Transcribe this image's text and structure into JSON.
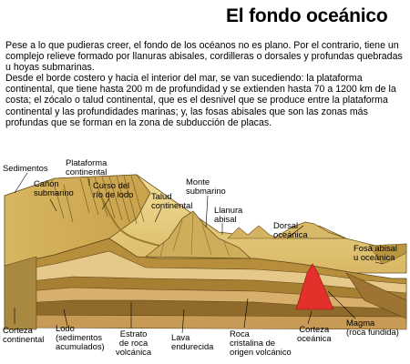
{
  "title": "El fondo oceánico",
  "intro": {
    "p1": "Pese a lo que pudieras creer, el fondo de los océanos no es plano. Por el contrario, tiene un complejo relieve formado por llanuras abisales, cordilleras o dorsales y profundas quebradas u hoyas submarinas.",
    "p2": "Desde el borde costero y hacia el interior del mar, se van sucediendo: la plataforma continental, que tiene hasta 200 m de profundidad y se extienden hasta 70 a 1200 km de la costa; el zócalo o talud continental, que es el desnivel que se produce entre la plataforma continental y las profundidades marinas; y, las fosas abisales que son las zonas más profundas que se forman en la zona de subducción de placas."
  },
  "labels": {
    "sedimentos": "Sedimentos",
    "canon": [
      "Cañón",
      "submarino"
    ],
    "plataforma": [
      "Plataforma",
      "continental"
    ],
    "curso": [
      "Curso del",
      "río de lodo"
    ],
    "talud": [
      "Talud",
      "continental"
    ],
    "monte": [
      "Monte",
      "submarino"
    ],
    "llanura": [
      "Llanura",
      "abisal"
    ],
    "dorsal": [
      "Dorsal",
      "oceánica"
    ],
    "fosa": [
      "Fosa abisal",
      "u oceánica"
    ],
    "corteza_cont": [
      "Corteza",
      "continental"
    ],
    "lodo": [
      "Lodo",
      "(sedimentos",
      "acumulados)"
    ],
    "estrato": [
      "Estrato",
      "de roca",
      "volcánica"
    ],
    "lava": [
      "Lava",
      "endurecida"
    ],
    "roca": [
      "Roca",
      "cristalina de",
      "origen volcánico"
    ],
    "corteza_oce": [
      "Corteza",
      "oceánica"
    ],
    "magma": [
      "Magma",
      "(roca fundida)"
    ]
  }
}
